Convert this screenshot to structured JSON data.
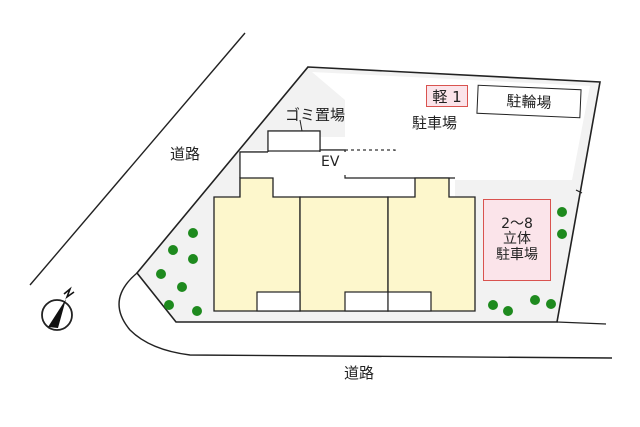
{
  "title": "Site plan (配置図)",
  "labels": {
    "road_left": "道路",
    "road_bottom": "道路",
    "garbage": "ゴミ置場",
    "ev": "EV",
    "kei_parking": "軽 1",
    "kei_parking_sub": "駐車場",
    "bicycle_parking": "駐輪場",
    "tower_parking_line1": "2～8",
    "tower_parking_line2": "立体",
    "tower_parking_line3": "駐車場",
    "north": "N"
  },
  "colors": {
    "lot_fill": "#f2f2f2",
    "building_fill": "#fdf7cc",
    "parking_fill": "#fbe4ea",
    "parking_border": "#d9534f",
    "tree": "#1e8a1e",
    "line": "#222222"
  },
  "buildings": {
    "units": 3
  },
  "trees": {
    "left_cluster": 7,
    "right_cluster": 6
  }
}
